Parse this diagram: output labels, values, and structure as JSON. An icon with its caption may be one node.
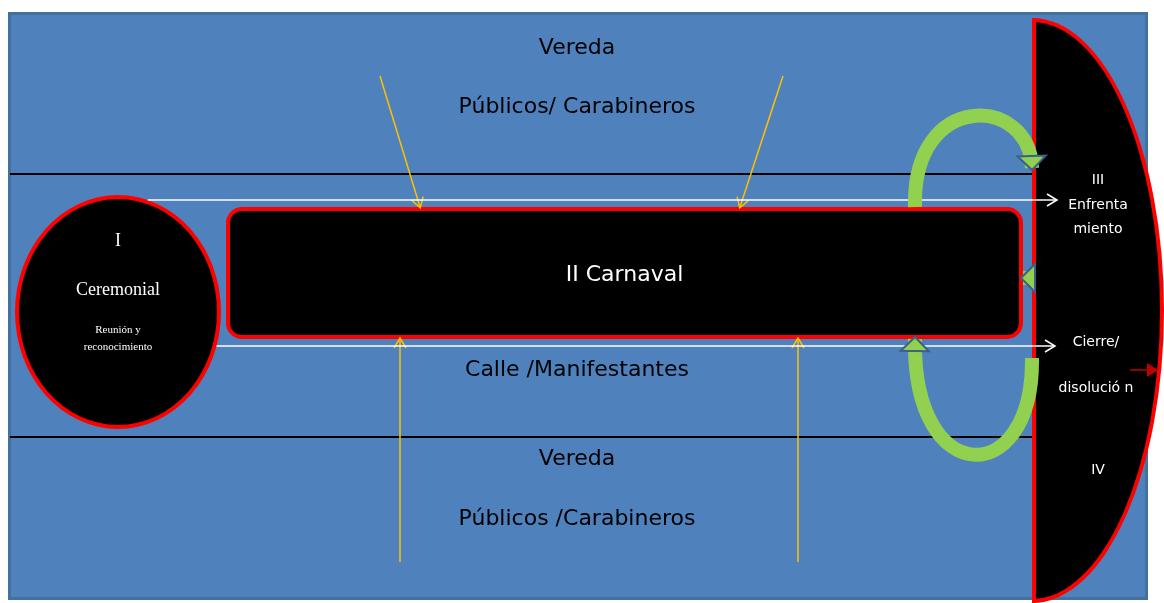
{
  "diagram": {
    "nodes": [
      {
        "text": [
          "I",
          "Ceremonial",
          "Reunión y reconocimiento"
        ]
      },
      {
        "text": [
          "II Carnaval"
        ]
      },
      {
        "text": [
          "III",
          "IV"
        ]
      },
      {
        "text": [
          "Enfrenta miento"
        ],
        "in": 2
      },
      {
        "text": [
          "Cierre/ disolució n"
        ],
        "in": 2
      }
    ],
    "edges": [
      {
        "from": null,
        "to": 1,
        "arrow": "to",
        "color": "#ffc000"
      },
      {
        "from": null,
        "to": 1,
        "arrow": "to",
        "color": "#ffc000"
      },
      {
        "from": null,
        "to": 1,
        "arrow": "to",
        "color": "#ffc000"
      },
      {
        "from": null,
        "to": 1,
        "arrow": "to",
        "color": "#ffc000"
      },
      {
        "from": 0,
        "to": 3,
        "arrow": "to",
        "color": "#ffffff"
      },
      {
        "from": 0,
        "to": 4,
        "arrow": "to",
        "color": "#ffffff"
      },
      {
        "from": 1,
        "to": 2,
        "arrow": "to",
        "style": "thick",
        "color": "#92d050"
      },
      {
        "from": 2,
        "to": 1,
        "arrow": "to",
        "style": "thick",
        "color": "#92d050"
      },
      {
        "from": 2,
        "to": 1,
        "arrow": "to",
        "style": "thick",
        "color": "#92d050"
      },
      {
        "from": 4,
        "to": null,
        "arrow": "to",
        "color": "#c00000"
      }
    ],
    "labels": [
      "Vereda",
      "Públicos/ Carabineros",
      "Calle /Manifestantes",
      "Vereda",
      "Públicos /Carabineros"
    ]
  }
}
